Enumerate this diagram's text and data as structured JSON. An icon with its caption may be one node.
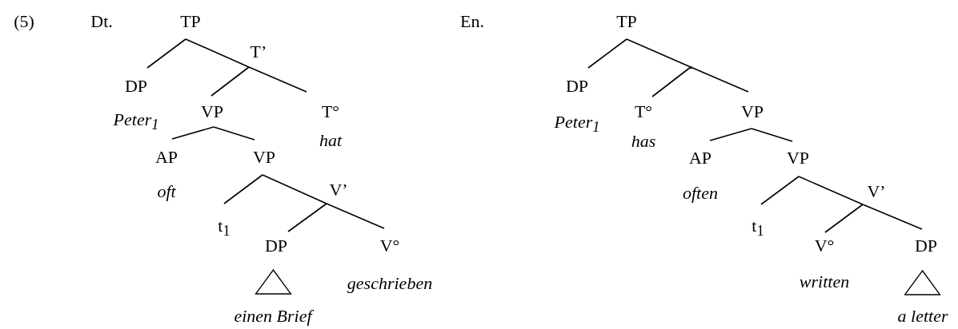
{
  "diagram": {
    "nodes": [
      {
        "text": [
          "TP"
        ]
      },
      {
        "text": [
          "DP",
          "Peter$_{1}$"
        ]
      },
      {
        "text": [
          "T’"
        ]
      },
      {
        "text": [
          "VP"
        ]
      },
      {
        "text": [
          "T°",
          "hat"
        ]
      },
      {
        "text": [
          "AP",
          "oft"
        ]
      },
      {
        "text": [
          "VP"
        ]
      },
      {
        "text": [
          "t$_{1}$"
        ]
      },
      {
        "text": [
          "V’"
        ]
      },
      {
        "text": [
          "DP"
        ]
      },
      {
        "text": [],
        "shape": "triangle",
        "beside": [
          "einen Brief"
        ]
      },
      {
        "text": [
          "V°",
          "geschrieben"
        ]
      },
      {
        "text": [
          "TP"
        ]
      },
      {
        "text": [
          "DP",
          "Peter$_{1}$"
        ]
      },
      {
        "text": [],
        "shape": "point"
      },
      {
        "text": [
          "T°",
          "has"
        ]
      },
      {
        "text": [
          "VP"
        ]
      },
      {
        "text": [
          "AP",
          "often"
        ]
      },
      {
        "text": [
          "VP"
        ]
      },
      {
        "text": [
          "t$_{1}$"
        ]
      },
      {
        "text": [
          "V’"
        ]
      },
      {
        "text": [
          "V°",
          "written"
        ]
      },
      {
        "text": [
          "DP"
        ]
      },
      {
        "text": [],
        "shape": "triangle",
        "beside": [
          "a letter"
        ]
      }
    ],
    "edges": [
      {
        "from": 0,
        "to": 1,
        "arrow": "none"
      },
      {
        "from": 0,
        "to": 2,
        "arrow": "none"
      },
      {
        "from": 2,
        "to": 3,
        "arrow": "none"
      },
      {
        "from": 2,
        "to": 4,
        "arrow": "none"
      },
      {
        "from": 3,
        "to": 5,
        "arrow": "none"
      },
      {
        "from": 3,
        "to": 6,
        "arrow": "none"
      },
      {
        "from": 6,
        "to": 7,
        "arrow": "none"
      },
      {
        "from": 6,
        "to": 8,
        "arrow": "none"
      },
      {
        "from": 8,
        "to": 9,
        "arrow": "none"
      },
      {
        "from": 8,
        "to": 11,
        "arrow": "none"
      },
      {
        "from": 12,
        "to": 13,
        "arrow": "none"
      },
      {
        "from": 12,
        "to": 14,
        "arrow": "none"
      },
      {
        "from": 14,
        "to": 15,
        "arrow": "none"
      },
      {
        "from": 14,
        "to": 16,
        "arrow": "none"
      },
      {
        "from": 16,
        "to": 17,
        "arrow": "none"
      },
      {
        "from": 16,
        "to": 18,
        "arrow": "none"
      },
      {
        "from": 18,
        "to": 19,
        "arrow": "none"
      },
      {
        "from": 18,
        "to": 20,
        "arrow": "none"
      },
      {
        "from": 20,
        "to": 21,
        "arrow": "none"
      },
      {
        "from": 20,
        "to": 22,
        "arrow": "none"
      }
    ],
    "labels": [
      "(5)",
      "Dt.",
      "En."
    ]
  }
}
